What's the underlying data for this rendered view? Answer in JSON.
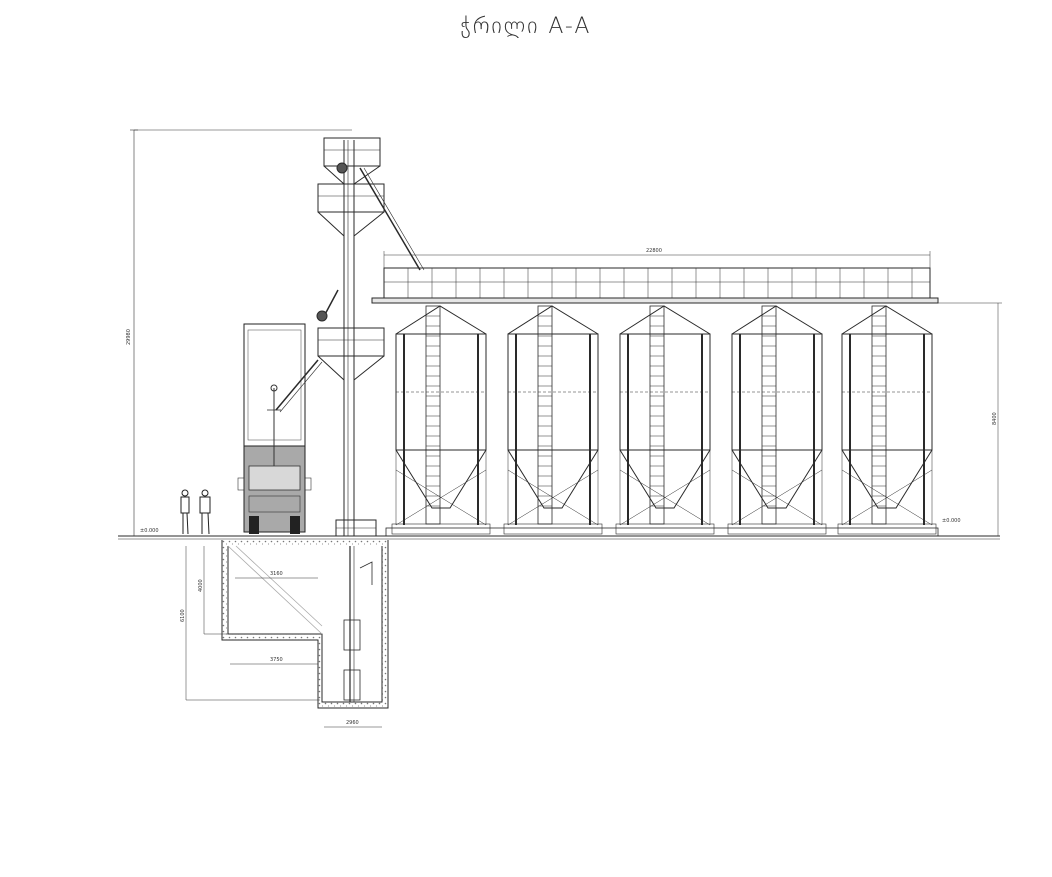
{
  "title": "ჭრილი A-A",
  "dimensions": {
    "total_height": "29980",
    "silo_row_length": "22800",
    "silo_height": "8400",
    "pit_inner_width": "3160",
    "pit_lower_width": "3750",
    "pit_shaft_width": "2960",
    "pit_step_depth": "4000",
    "pit_total_depth": "6100"
  },
  "level_marks": {
    "left_ground": "±0.000",
    "right_ground": "±0.000"
  },
  "silo_count": 5,
  "colors": {
    "line": "#2a2a2a",
    "hatch": "#8a8a8a",
    "truck_fill": "#a9a9a9"
  }
}
